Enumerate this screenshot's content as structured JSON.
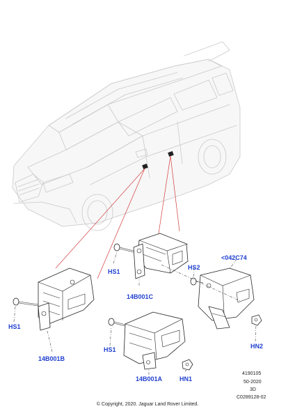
{
  "callouts": {
    "hs1_top": "HS1",
    "b001c": "14B001C",
    "hs2": "HS2",
    "b042c74": "<042C74",
    "hs1_left": "HS1",
    "b001b": "14B001B",
    "hn2": "HN2",
    "hs1_bottom": "HS1",
    "b001a": "14B001A",
    "hn1": "HN1"
  },
  "reference": {
    "number": "4190105",
    "date": "50-2020",
    "view": "3D",
    "drawing_code": "C0289128-02"
  },
  "copyright": "© Copyright, 2020. Jaguar Land Rover Limited."
}
